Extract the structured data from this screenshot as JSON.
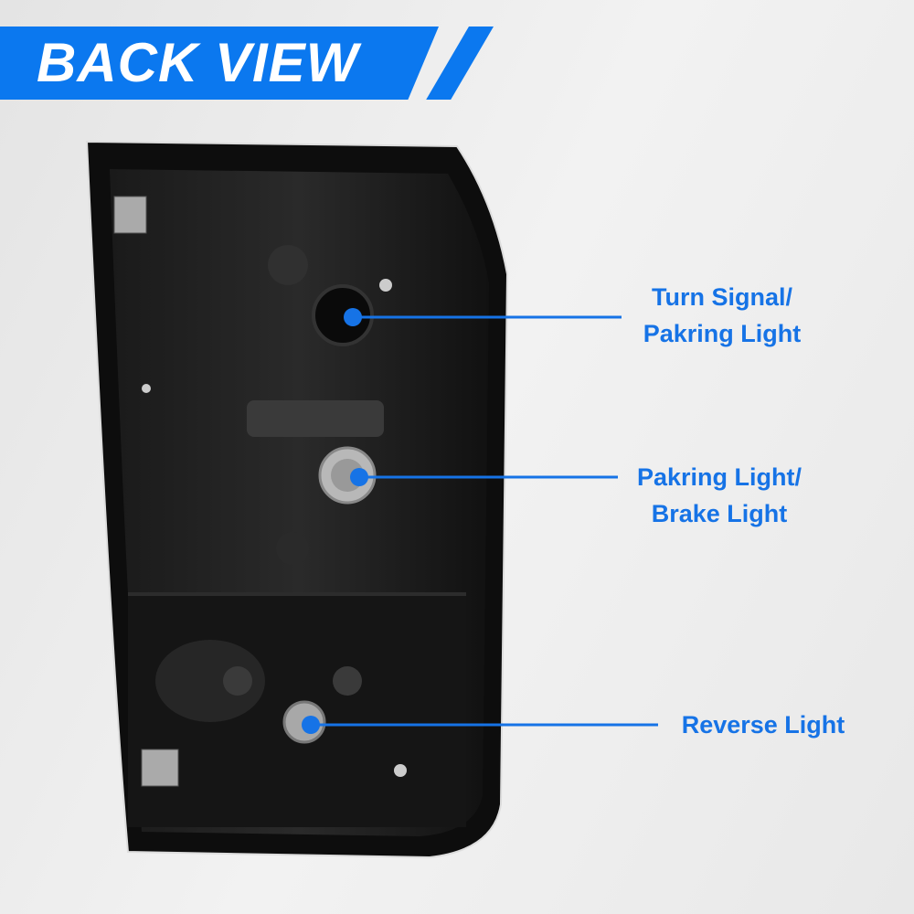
{
  "banner": {
    "title": "BACK VIEW",
    "color": "#0b78ef"
  },
  "callouts": [
    {
      "lines": [
        "Turn Signal/",
        "Pakring Light"
      ]
    },
    {
      "lines": [
        "Pakring Light/",
        "Brake Light"
      ]
    },
    {
      "lines": [
        "Reverse Light"
      ]
    }
  ],
  "accent_color": "#1673e6"
}
